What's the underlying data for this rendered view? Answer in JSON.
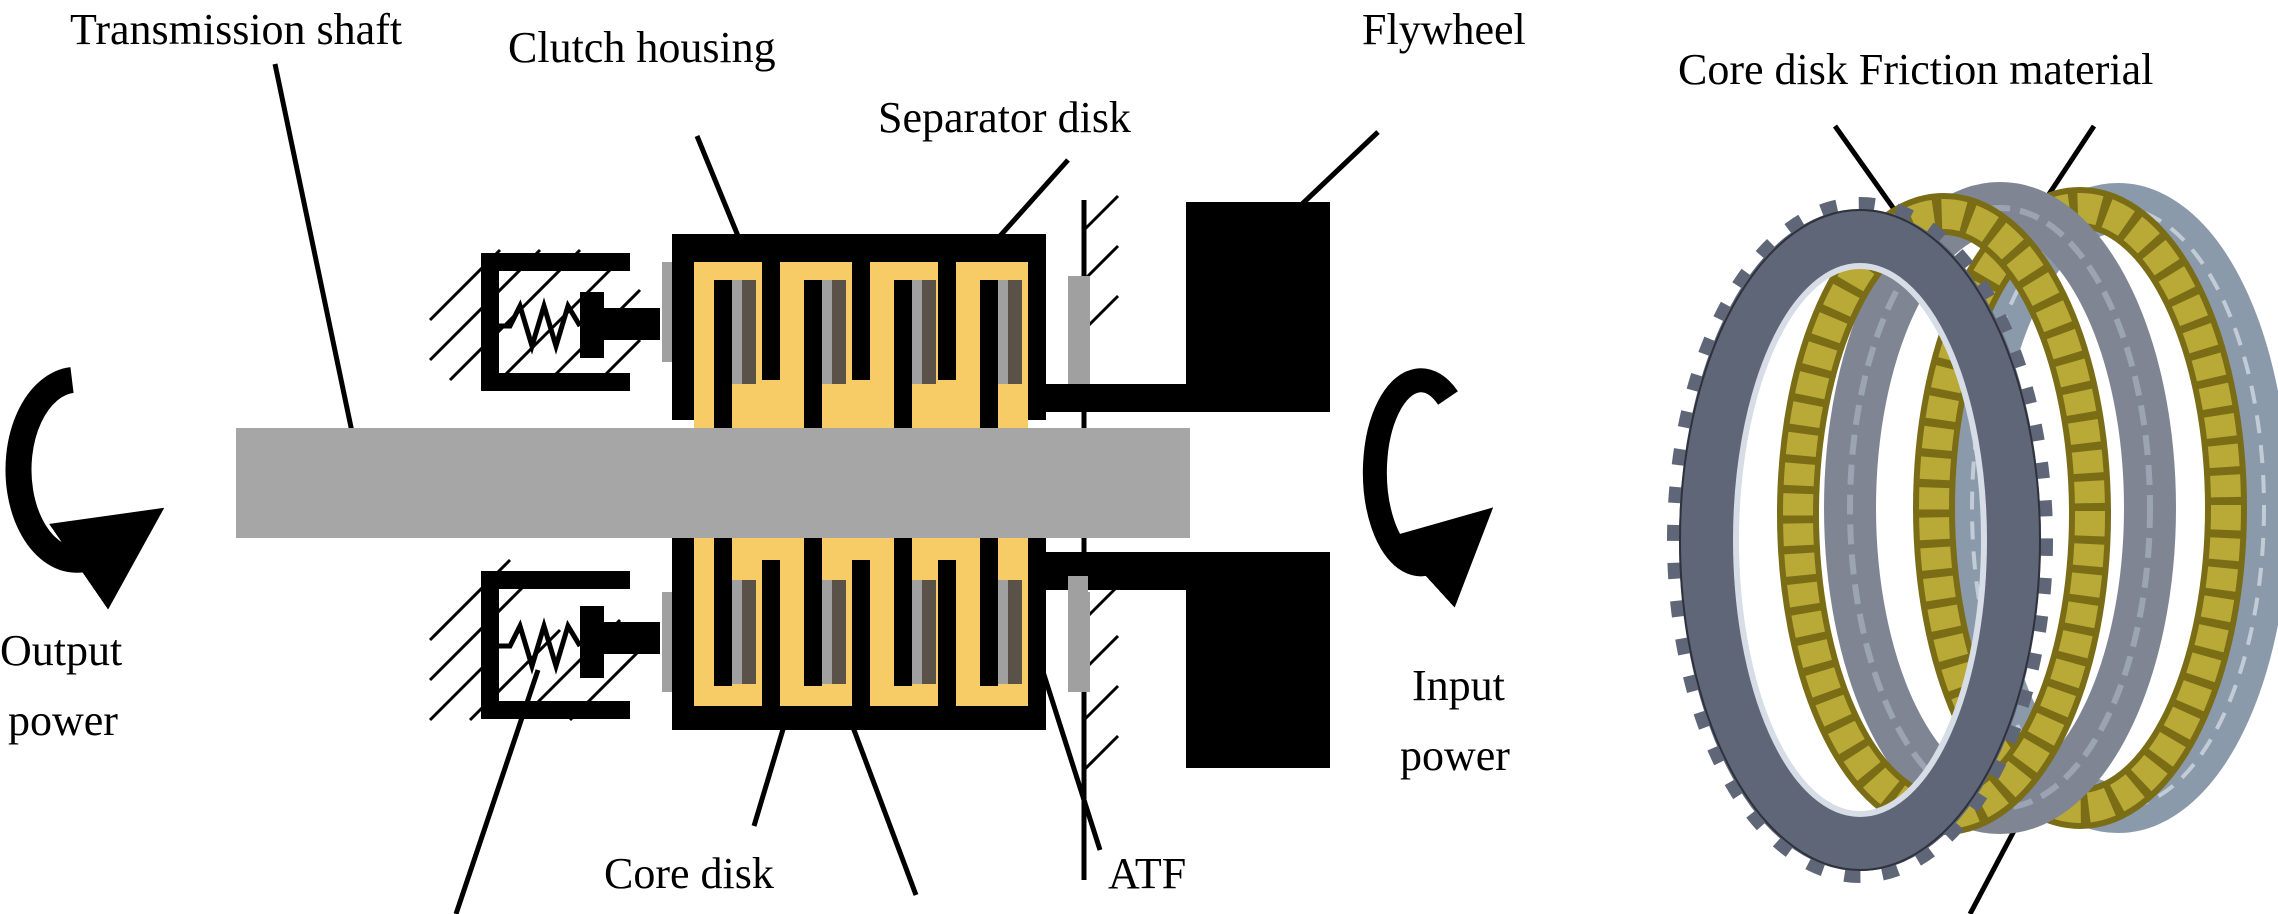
{
  "labels": {
    "transmission_shaft": "Transmission shaft",
    "clutch_housing": "Clutch housing",
    "flywheel": "Flywheel",
    "separator_disk": "Separator disk",
    "core_disk": "Core disk",
    "atf": "ATF",
    "output_power_line1": "Output",
    "output_power_line2": "power",
    "input_power_line1": "Input",
    "input_power_line2": "power",
    "core_disk_friction_material": "Core disk Friction material"
  },
  "colors": {
    "shaft": "#a6a6a6",
    "atf": "#f7cc66",
    "disk_gray": "#a0a0a0",
    "disk_dark": "#5a5148",
    "housing": "#000000",
    "steel_plate": "#7f8593",
    "friction_plate": "#9b8a1c"
  },
  "icons": {
    "output_arrow": "curved-arrow-icon",
    "input_arrow": "curved-arrow-icon",
    "return_spring": "spring-icon"
  }
}
